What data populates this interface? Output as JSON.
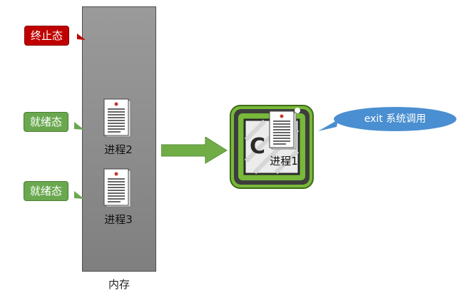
{
  "memory": {
    "label": "内存"
  },
  "states": {
    "terminated": "终止态",
    "ready_1": "就绪态",
    "ready_2": "就绪态"
  },
  "processes": {
    "p1": "进程1",
    "p2": "进程2",
    "p3": "进程3"
  },
  "cpu": {
    "letter": "C"
  },
  "exit_bubble": "exit 系统调用",
  "colors": {
    "terminated_red": "#c00000",
    "ready_green": "#6aa84f",
    "arrow_green": "#70ad47",
    "chip_green": "#78b83a",
    "bubble_blue": "#4a8fd1",
    "memory_gray": "#8f8f8f"
  }
}
